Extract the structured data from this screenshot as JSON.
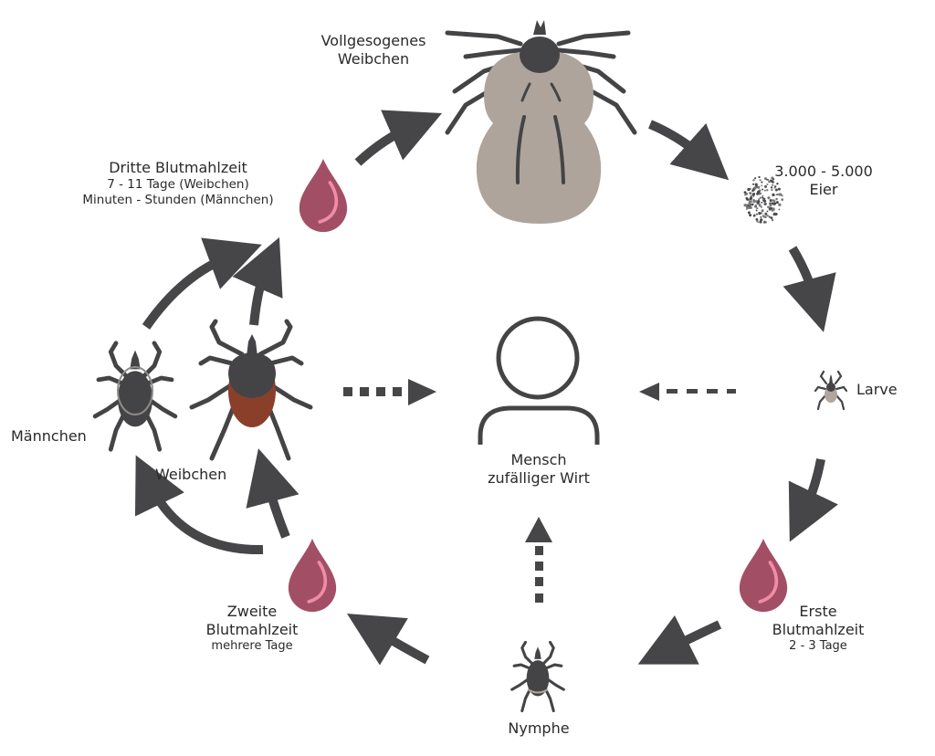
{
  "title": "Lebenszyklus der Zecke",
  "colors": {
    "arrow": "#464648",
    "tick_dark": "#444447",
    "engorged_body": "#aea49b",
    "female_scutum_body": "#8a3f2a",
    "blood_drop": "#a24f66",
    "blood_highlight": "#f08ca6",
    "human_outline": "#444447",
    "text": "#2a2a2a"
  },
  "stages": {
    "engorged_female": {
      "line1": "Vollgesogenes",
      "line2": "Weibchen",
      "icon": "engorged-tick-icon"
    },
    "eggs": {
      "line1": "3.000 - 5.000",
      "line2": "Eier",
      "icon": "eggs-cluster-icon"
    },
    "larva": {
      "label": "Larve",
      "icon": "larva-tick-icon"
    },
    "first_meal": {
      "line1": "Erste",
      "line2": "Blutmahlzeit",
      "duration": "2 - 3 Tage",
      "icon": "blood-drop-icon"
    },
    "nymph": {
      "label": "Nymphe",
      "icon": "nymph-tick-icon"
    },
    "second_meal": {
      "line1": "Zweite",
      "line2": "Blutmahlzeit",
      "duration": "mehrere Tage",
      "icon": "blood-drop-icon"
    },
    "male": {
      "label": "Männchen",
      "icon": "male-tick-icon"
    },
    "female": {
      "label": "Weibchen",
      "icon": "female-tick-icon"
    },
    "third_meal": {
      "line1": "Dritte Blutmahlzeit",
      "duration_female": "7 - 11 Tage (Weibchen)",
      "duration_male": "Minuten - Stunden (Männchen)",
      "icon": "blood-drop-icon"
    },
    "human": {
      "line1": "Mensch",
      "line2": "zufälliger Wirt",
      "icon": "person-icon"
    }
  }
}
